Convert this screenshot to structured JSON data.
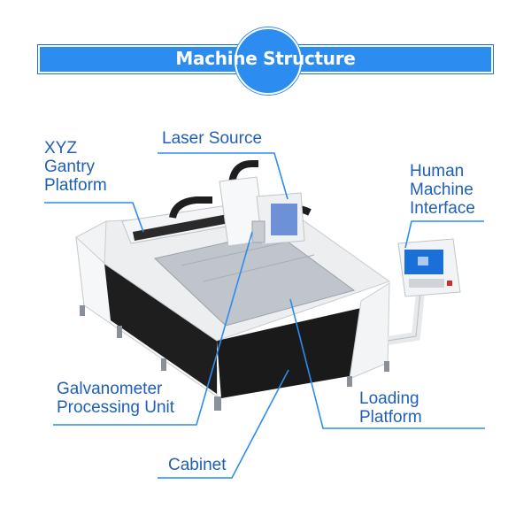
{
  "header": {
    "title": "Machine Structure"
  },
  "labels": {
    "xyz_gantry": "XYZ\nGantry\nPlatform",
    "laser_source": "Laser Source",
    "hmi": "Human\nMachine\nInterface",
    "galvanometer": "Galvanometer\nProcessing Unit",
    "loading_platform": "Loading\nPlatform",
    "cabinet": "Cabinet"
  },
  "colors": {
    "accent": "#2d8cf0",
    "label": "#1f5fb6",
    "cabinet_dark": "#1e1e1e"
  }
}
